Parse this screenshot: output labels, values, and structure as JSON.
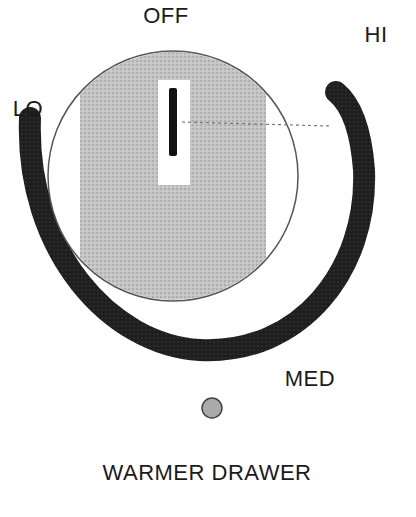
{
  "diagram": {
    "labels": [
      "OFF",
      "HI",
      "LO",
      "MED",
      "WARMER DRAWER"
    ]
  }
}
